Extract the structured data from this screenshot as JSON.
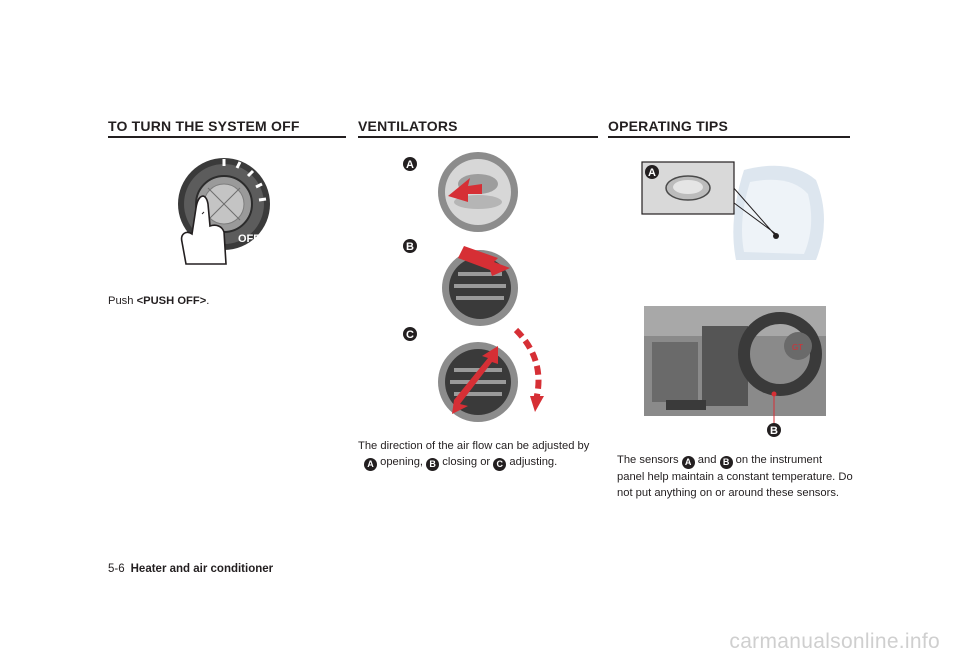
{
  "sections": {
    "off": {
      "heading": "TO TURN THE SYSTEM OFF",
      "push_prefix": "Push ",
      "push_label": "<PUSH OFF>",
      "push_suffix": ".",
      "knob_text": "OFF"
    },
    "vent": {
      "heading": "VENTILATORS",
      "text_1": "The direction of the air flow can be adjusted by",
      "text_2": " opening, ",
      "text_3": " closing or ",
      "text_4": " adjusting."
    },
    "tips": {
      "heading": "OPERATING TIPS",
      "line_1_a": "The sensors ",
      "line_1_b": " and ",
      "line_1_c": " on the instrument",
      "line_2": "panel help maintain a constant temperature. Do",
      "line_3": "not put anything on or around these sensors."
    }
  },
  "labels": {
    "a": "A",
    "b": "B",
    "c": "C"
  },
  "footer": {
    "page": "5-6",
    "section": "Heater and air conditioner"
  },
  "watermark": "carmanualsonline.info",
  "colors": {
    "arrow": "#d62f35",
    "text": "#231f20"
  }
}
